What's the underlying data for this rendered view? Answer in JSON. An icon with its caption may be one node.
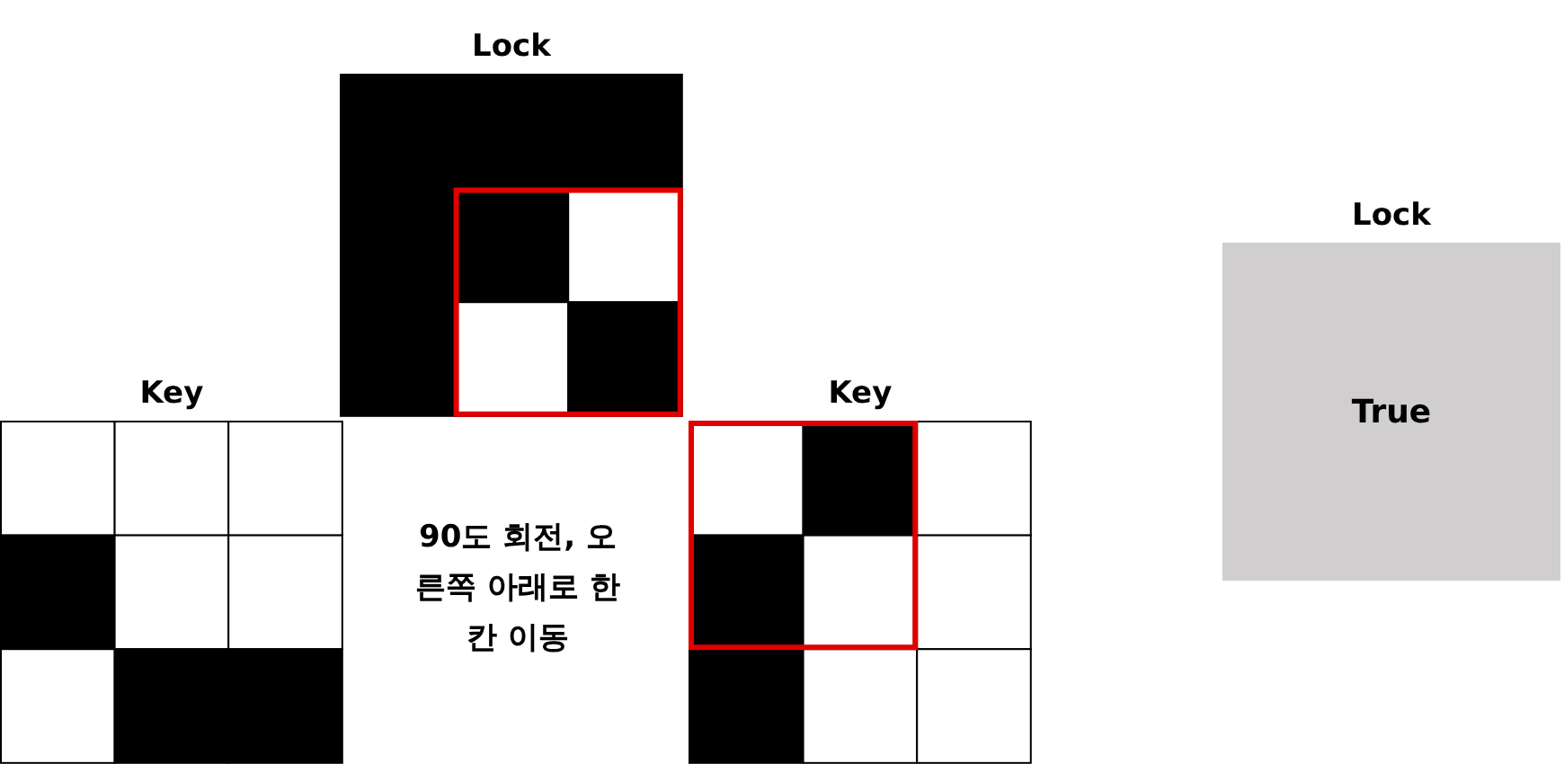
{
  "diagram": {
    "nodes": [
      {
        "text": [
          "Lock"
        ]
      },
      {
        "text": [
          "Key"
        ]
      },
      {
        "text": [
          "Key"
        ]
      },
      {
        "text": [
          "Lock",
          "True"
        ]
      }
    ],
    "labels": [
      "90도 회전, 오른쪽 아래로 한 칸 이동"
    ]
  }
}
